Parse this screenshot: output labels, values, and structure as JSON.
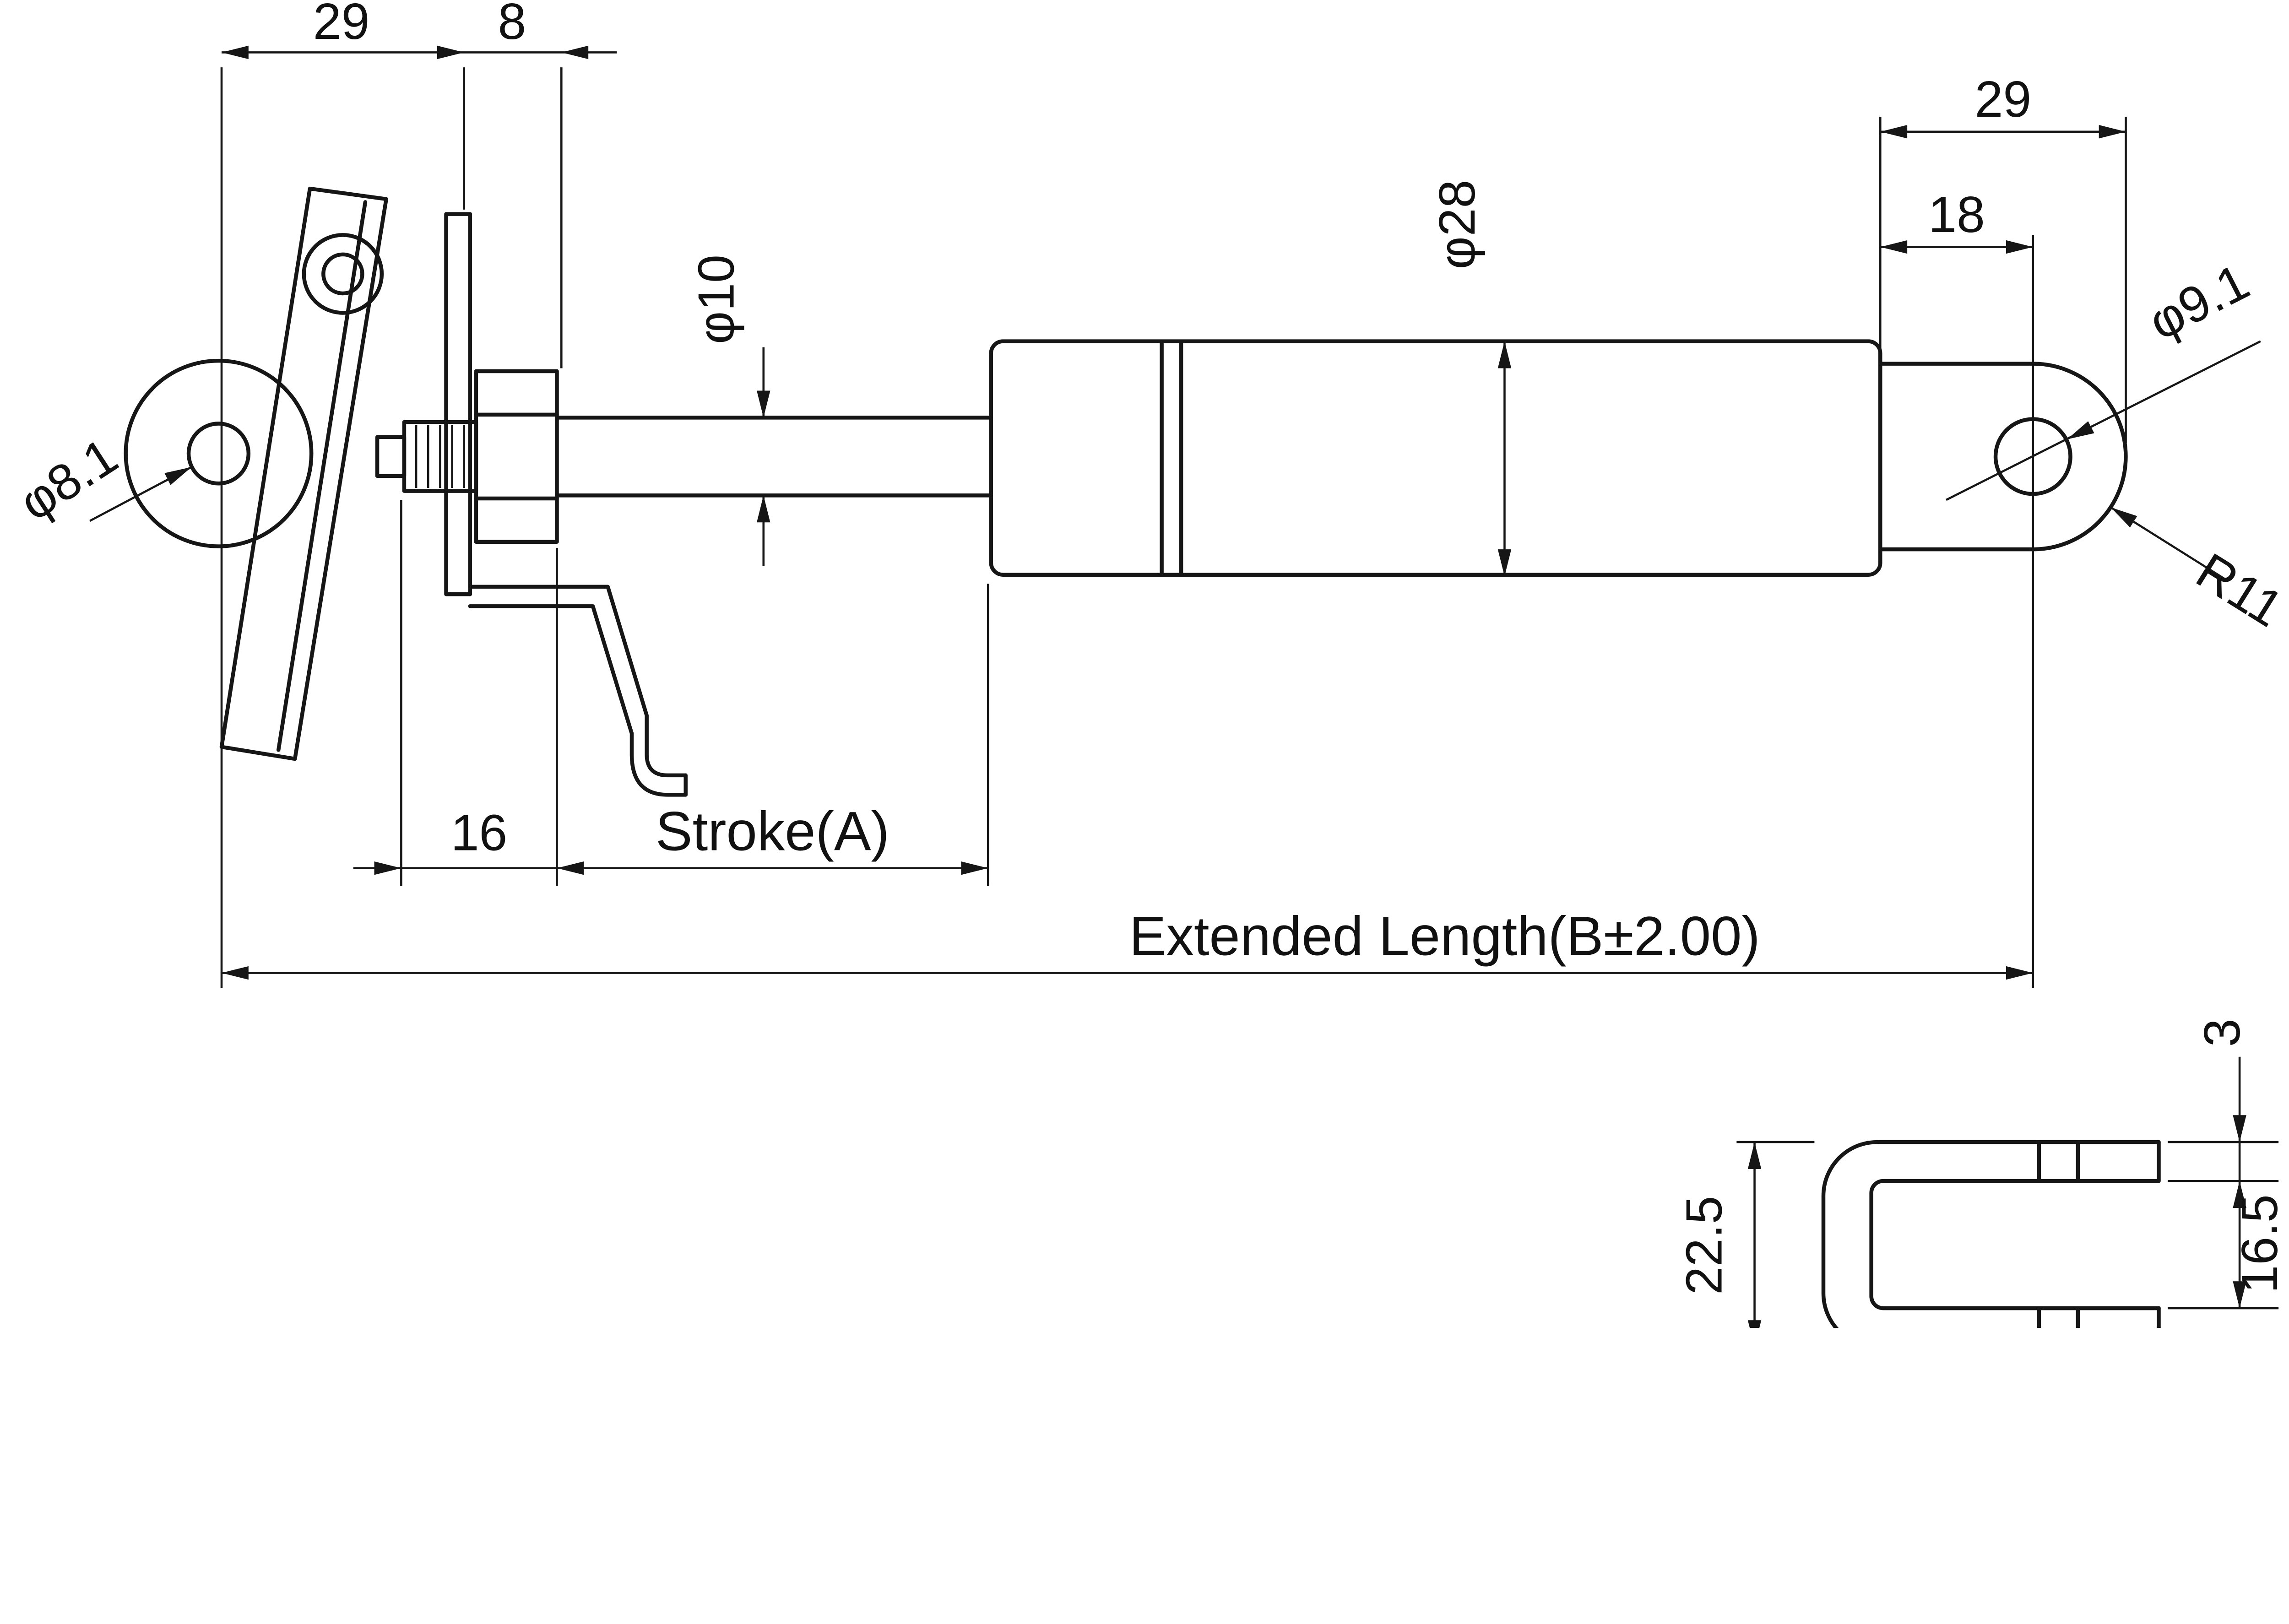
{
  "drawing": {
    "kind": "gas-spring-technical-drawing",
    "background": "#ffffff",
    "line_color": "#161616",
    "labels": {
      "dim_29_left": "29",
      "dim_8": "8",
      "dim_29_right": "29",
      "dim_18": "18",
      "dia_28": "φ28",
      "dia_10": "φ10",
      "dia_8_1": "φ8.1",
      "dia_9_1": "φ9.1",
      "r11": "R11",
      "dim_16": "16",
      "stroke_a": "Stroke(A)",
      "extended_length": "Extended Length(B±2.00)",
      "detail": {
        "dim_3": "3",
        "dim_22_5": "22.5",
        "dim_16_5": "16.5"
      }
    }
  }
}
